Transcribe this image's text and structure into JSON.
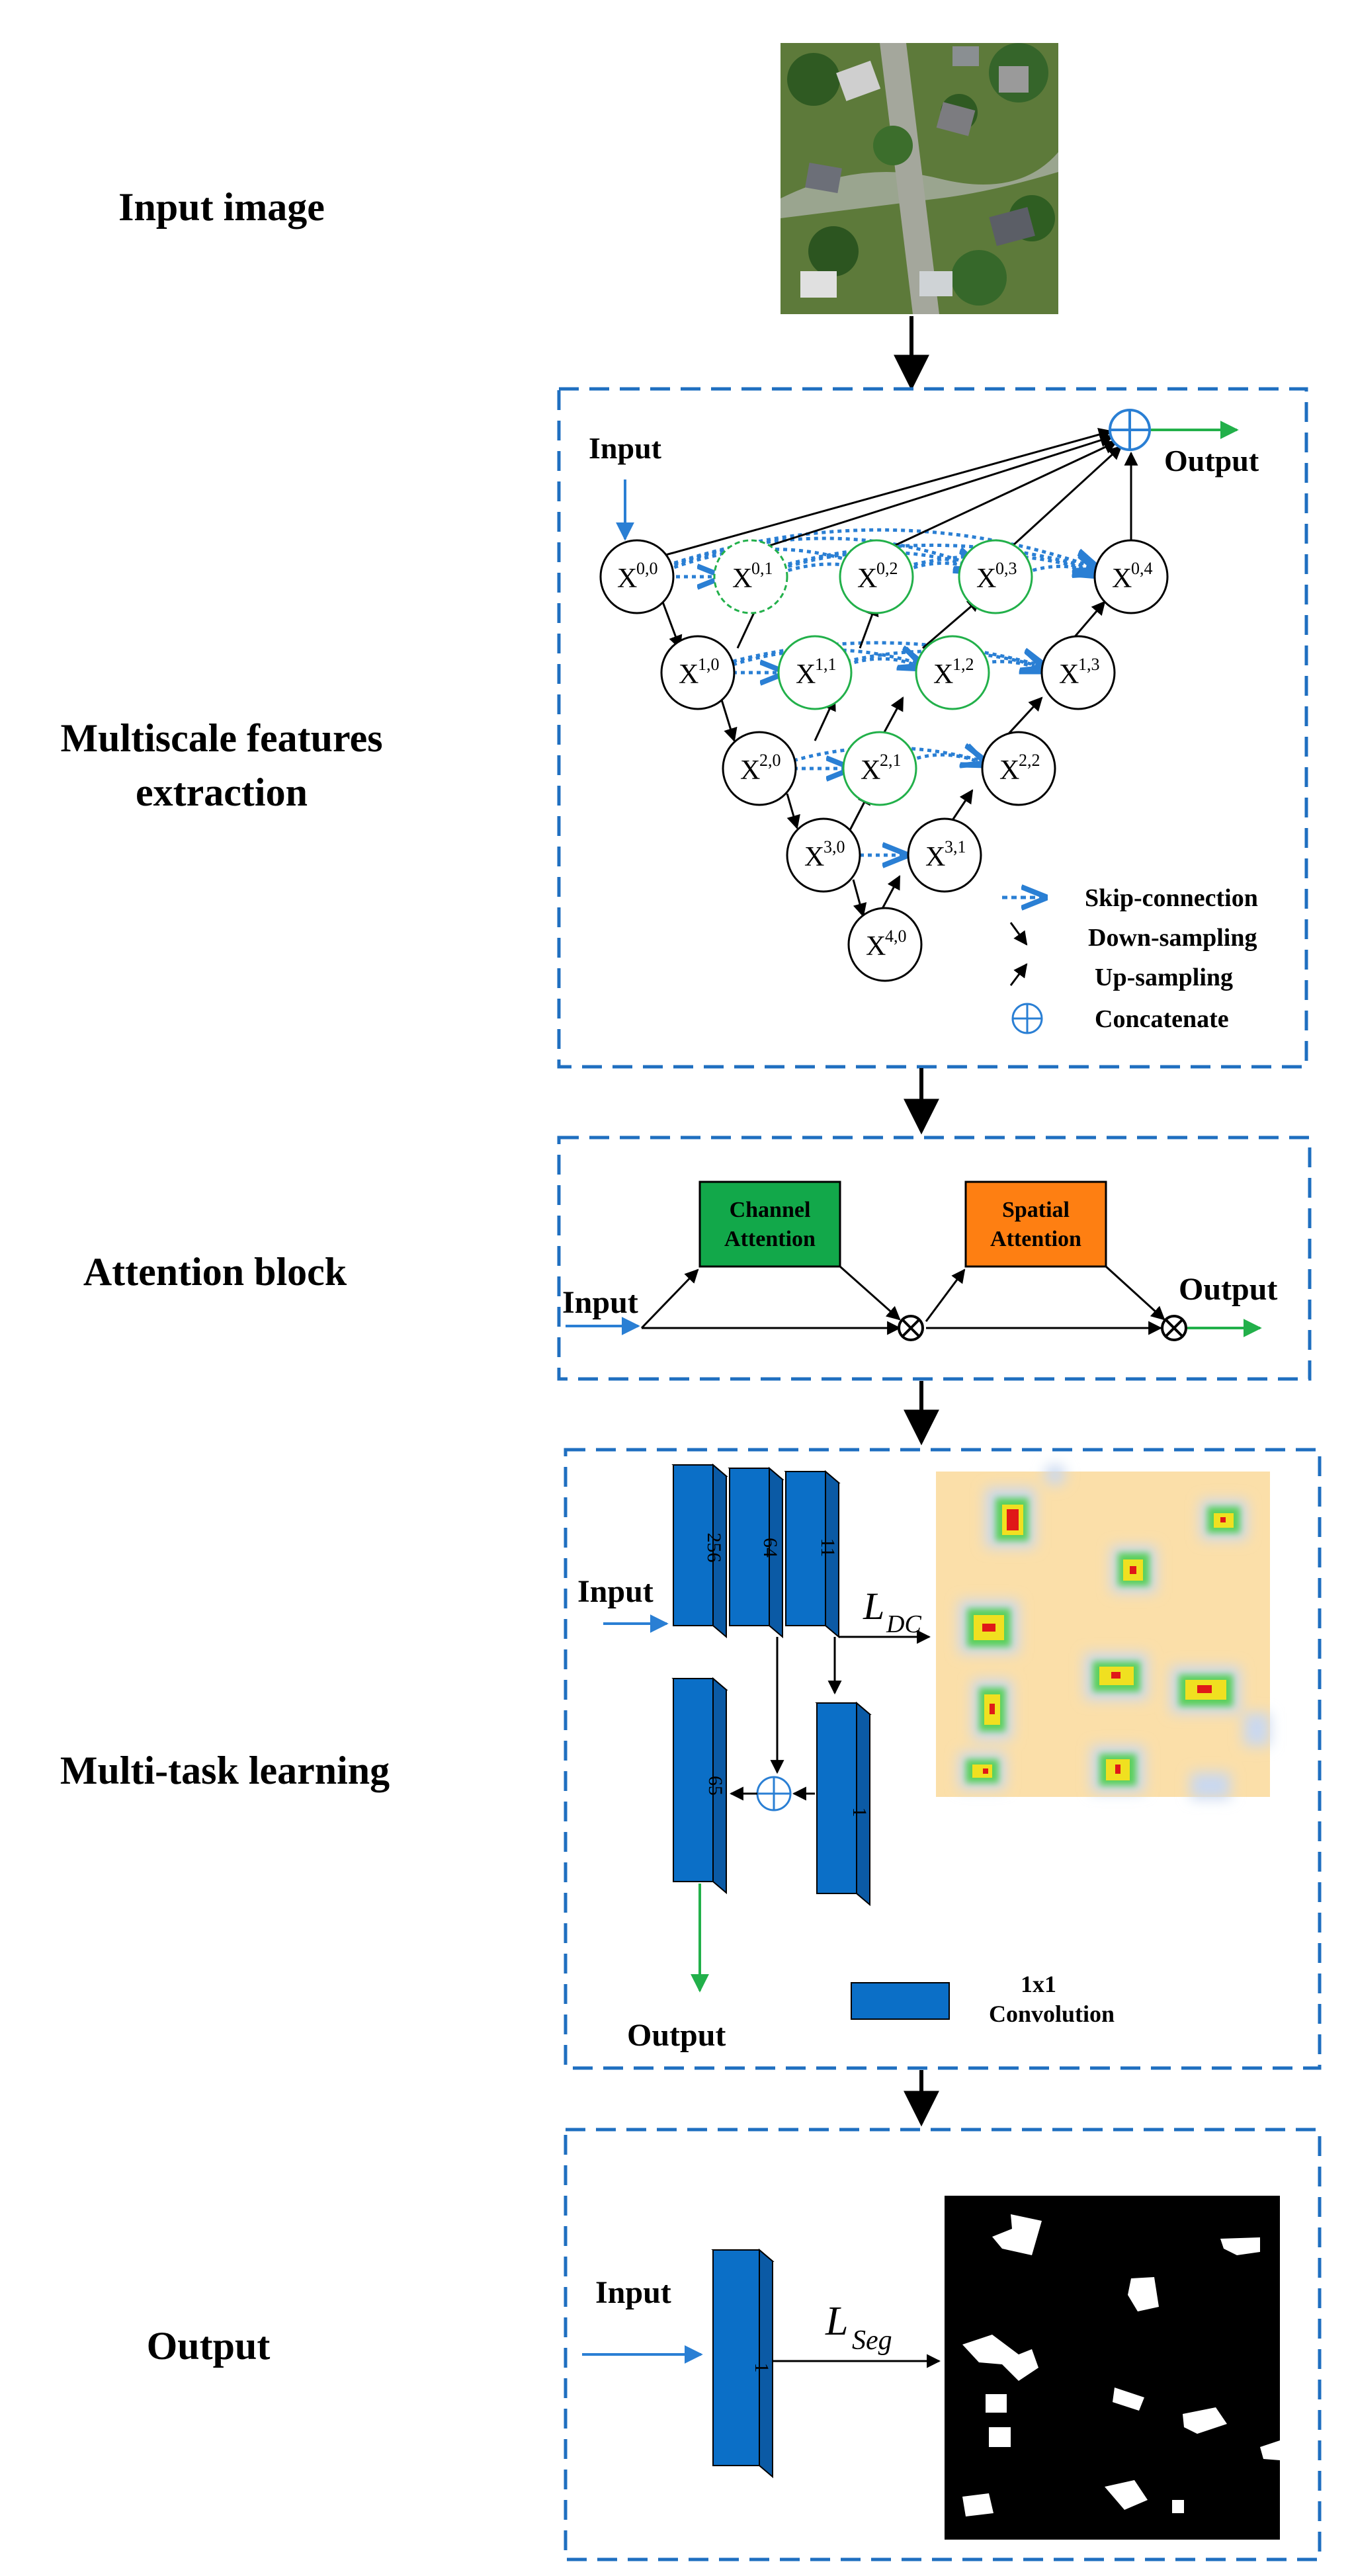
{
  "stages": {
    "input_image": "Input image",
    "multiscale_1": "Multiscale features",
    "multiscale_2": "extraction",
    "attention": "Attention block",
    "multitask": "Multi-task learning",
    "output": "Output"
  },
  "unetpp": {
    "input_label": "Input",
    "output_label": "Output",
    "nodes": {
      "x00": "X",
      "x00_sup": "0,0",
      "x01": "X",
      "x01_sup": "0,1",
      "x02": "X",
      "x02_sup": "0,2",
      "x03": "X",
      "x03_sup": "0,3",
      "x04": "X",
      "x04_sup": "0,4",
      "x10": "X",
      "x10_sup": "1,0",
      "x11": "X",
      "x11_sup": "1,1",
      "x12": "X",
      "x12_sup": "1,2",
      "x13": "X",
      "x13_sup": "1,3",
      "x20": "X",
      "x20_sup": "2,0",
      "x21": "X",
      "x21_sup": "2,1",
      "x22": "X",
      "x22_sup": "2,2",
      "x30": "X",
      "x30_sup": "3,0",
      "x31": "X",
      "x31_sup": "3,1",
      "x40": "X",
      "x40_sup": "4,0"
    },
    "legend": {
      "skip": "Skip-connection",
      "down": "Down-sampling",
      "up": "Up-sampling",
      "concat": "Concatenate"
    }
  },
  "attention_block": {
    "input_label": "Input",
    "output_label": "Output",
    "channel_1": "Channel",
    "channel_2": "Attention",
    "spatial_1": "Spatial",
    "spatial_2": "Attention"
  },
  "multitask": {
    "input_label": "Input",
    "output_label": "Output",
    "layer_256": "256",
    "layer_64": "64",
    "layer_11": "11",
    "layer_65": "65",
    "layer_1": "1",
    "loss_main": "L",
    "loss_sub": "DC",
    "legend_1": "1x1",
    "legend_2": "Convolution"
  },
  "output_block": {
    "input_label": "Input",
    "layer_1": "1",
    "loss_main": "L",
    "loss_sub": "Seg"
  },
  "colors": {
    "frame_blue": "#1f6fc0",
    "arrow_blue": "#2a7fd4",
    "green": "#22b04a",
    "channel_green": "#12a84a",
    "spatial_orange": "#fe7f12",
    "conv_blue": "#0b6fc7",
    "heat_bg": "#fbdfa9"
  }
}
